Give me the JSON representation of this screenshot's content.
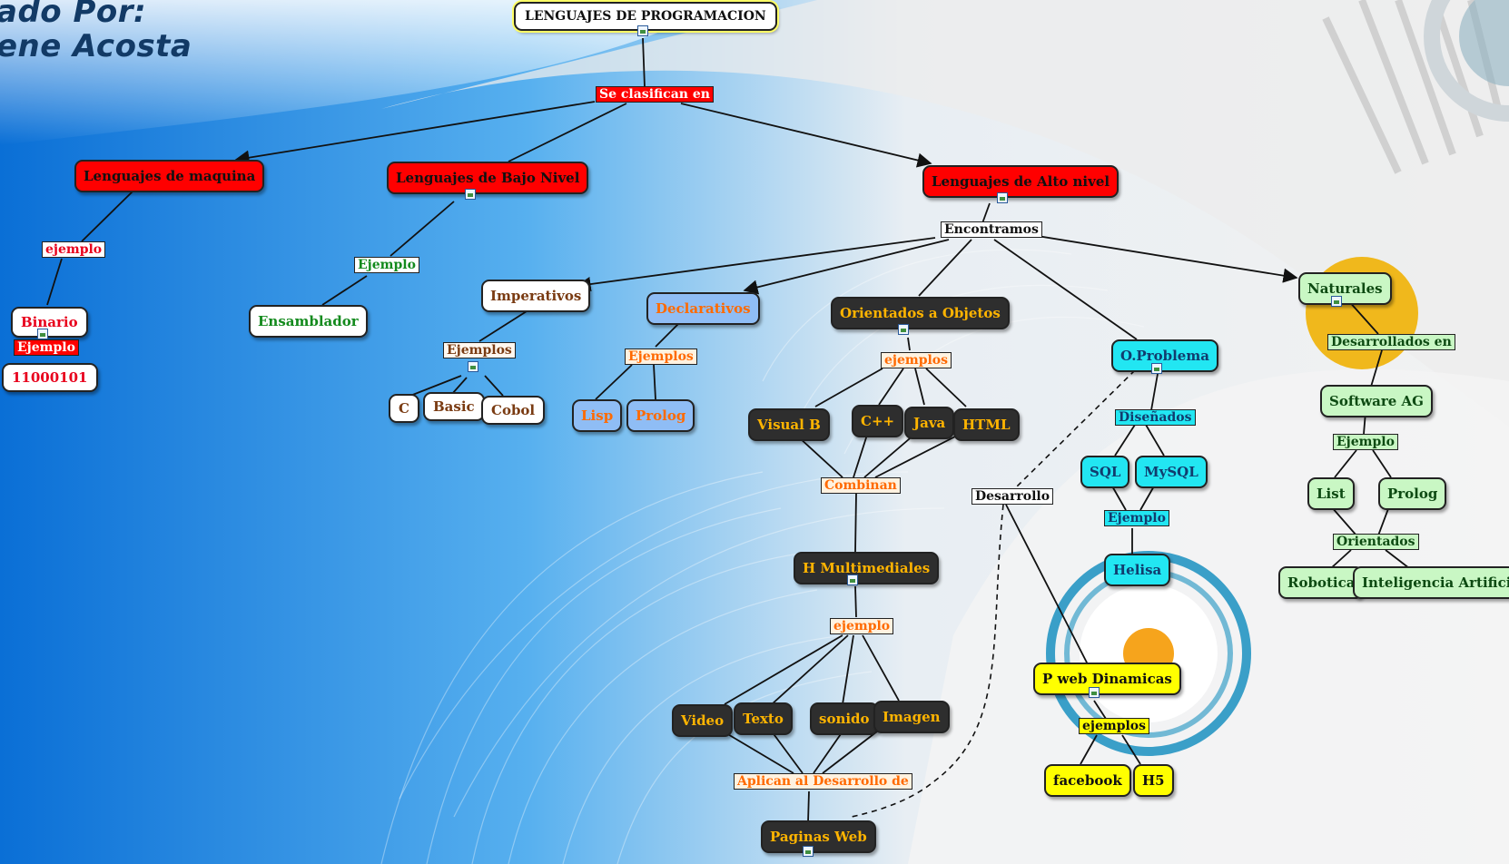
{
  "author": {
    "line1": "ado Por:",
    "line2": "ene Acosta"
  },
  "title": "LENGUAJES DE PROGRAMACION",
  "links": {
    "se_clasifican": "Se clasifican en",
    "ejemplo_maquina": "ejemplo",
    "ejemplo_binario": "Ejemplo",
    "ejemplo_bajo": "Ejemplo",
    "encontramos": "Encontramos",
    "ejemplos_imperativos": "Ejemplos",
    "ejemplos_declarativos": "Ejemplos",
    "ejemplos_objetos": "ejemplos",
    "combinan": "Combinan",
    "ejemplo_multimedia": "ejemplo",
    "aplican": "Aplican al Desarrollo de",
    "desarrollo": "Desarrollo",
    "disenados": "Diseñados",
    "ejemplo_sql": "Ejemplo",
    "ejemplos_web": "ejemplos",
    "desarrollados_en": "Desarrollados en",
    "ejemplo_software": "Ejemplo",
    "orientados": "Orientados"
  },
  "concepts": {
    "maquina": "Lenguajes de maquina",
    "bajo_nivel": "Lenguajes de Bajo Nivel",
    "alto_nivel": "Lenguajes de Alto nivel",
    "binario": "Binario",
    "binario_value": "11000101",
    "ensamblador": "Ensamblador",
    "imperativos": "Imperativos",
    "c": "C",
    "basic": "Basic",
    "cobol": "Cobol",
    "declarativos": "Declarativos",
    "lisp": "Lisp",
    "prolog_decl": "Prolog",
    "objetos": "Orientados a Objetos",
    "visual_b": "Visual B",
    "cpp": "C++",
    "java": "Java",
    "html": "HTML",
    "multimediales": "H Multimediales",
    "video": "Video",
    "texto": "Texto",
    "sonido": "sonido",
    "imagen": "Imagen",
    "paginas_web": "Paginas Web",
    "o_problema": "O.Problema",
    "sql": "SQL",
    "mysql": "MySQL",
    "helisa": "Helisa",
    "p_web": "P web Dinamicas",
    "facebook": "facebook",
    "h5": "H5",
    "naturales": "Naturales",
    "software_ag": "Software AG",
    "list": "List",
    "prolog_nat": "Prolog",
    "robotica": "Robotica",
    "ia": "Inteligencia Artificial"
  },
  "colors": {
    "red": "#ff0000",
    "dark": "#2e2e2e",
    "amber": "#ffb400",
    "cyan": "#22e6f2",
    "light_green": "#c9f7c4",
    "yellow": "#ffff00",
    "light_blue": "#8fbdf5",
    "orange": "#ff6a00"
  }
}
